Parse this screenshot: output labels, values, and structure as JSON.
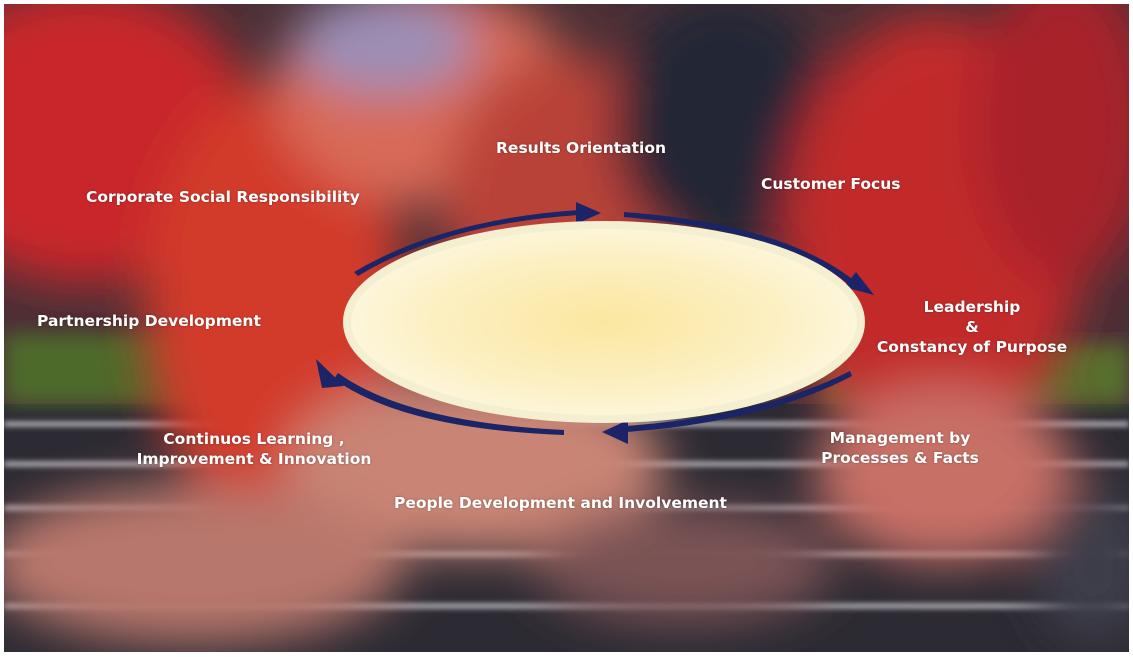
{
  "labels": {
    "results_orientation": "Results Orientation",
    "customer_focus": "Customer Focus",
    "leadership": {
      "line1": "Leadership",
      "line2": "&",
      "line3": "Constancy of Purpose"
    },
    "management": {
      "line1": "Management by",
      "line2": "Processes & Facts"
    },
    "people_development": "People Development and Involvement",
    "continuous_learning": {
      "line1": "Continuos Learning ,",
      "line2": "Improvement & Innovation"
    },
    "partnership_development": "Partnership Development",
    "corporate_social_responsibility": "Corporate Social Responsibility"
  },
  "colors": {
    "label_text": "#ffffff",
    "arrow": "#1a2466",
    "ellipse_fill_center": "#fbe9a0",
    "ellipse_fill_edge": "#fdf6d8",
    "ellipse_rim": "#f3efd0"
  }
}
